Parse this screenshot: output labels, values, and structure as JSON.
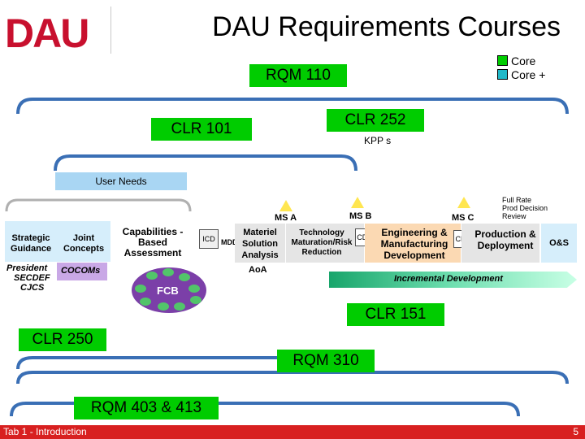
{
  "header": {
    "logo_text": "DAU",
    "title": "DAU Requirements Courses"
  },
  "legend": {
    "core_label": "Core",
    "core_plus_label": "Core +",
    "core_color": "#00cc00",
    "core_plus_color": "#20b8c8"
  },
  "courses": {
    "rqm110": "RQM 110",
    "clr101": "CLR 101",
    "clr252": "CLR 252",
    "kpps": "KPP s",
    "clr151": "CLR 151",
    "clr250": "CLR 250",
    "rqm310": "RQM 310",
    "rqm403": "RQM 403 & 413"
  },
  "process": {
    "user_needs": "User Needs",
    "strategic": "Strategic Guidance",
    "joint": "Joint Concepts",
    "president_l1": "President",
    "president_l2": "SECDEF",
    "president_l3": "CJCS",
    "cocoms": "COCOMs",
    "capabilities_l1": "Capabilities -",
    "capabilities_l2": "Based",
    "capabilities_l3": "Assessment",
    "icd": "ICD",
    "mdd": "MDD",
    "ms_a": "MS A",
    "ms_b": "MS B",
    "ms_c": "MS C",
    "materiel_l1": "Materiel",
    "materiel_l2": "Solution",
    "materiel_l3": "Analysis",
    "tech_l1": "Technology",
    "tech_l2": "Maturation/Risk",
    "tech_l3": "Reduction",
    "cdd": "CDD",
    "emd_l1": "Engineering &",
    "emd_l2": "Manufacturing",
    "emd_l3": "Development",
    "cpd": "CPD",
    "pd_l1": "Production &",
    "pd_l2": "Deployment",
    "os": "O&S",
    "frp_l1": "Full Rate",
    "frp_l2": "Prod Decision",
    "frp_l3": "Review",
    "aoa": "AoA",
    "incremental": "Incremental Development",
    "fcb": "FCB"
  },
  "footer": {
    "section": "Tab 1 - Introduction",
    "page": "5"
  }
}
